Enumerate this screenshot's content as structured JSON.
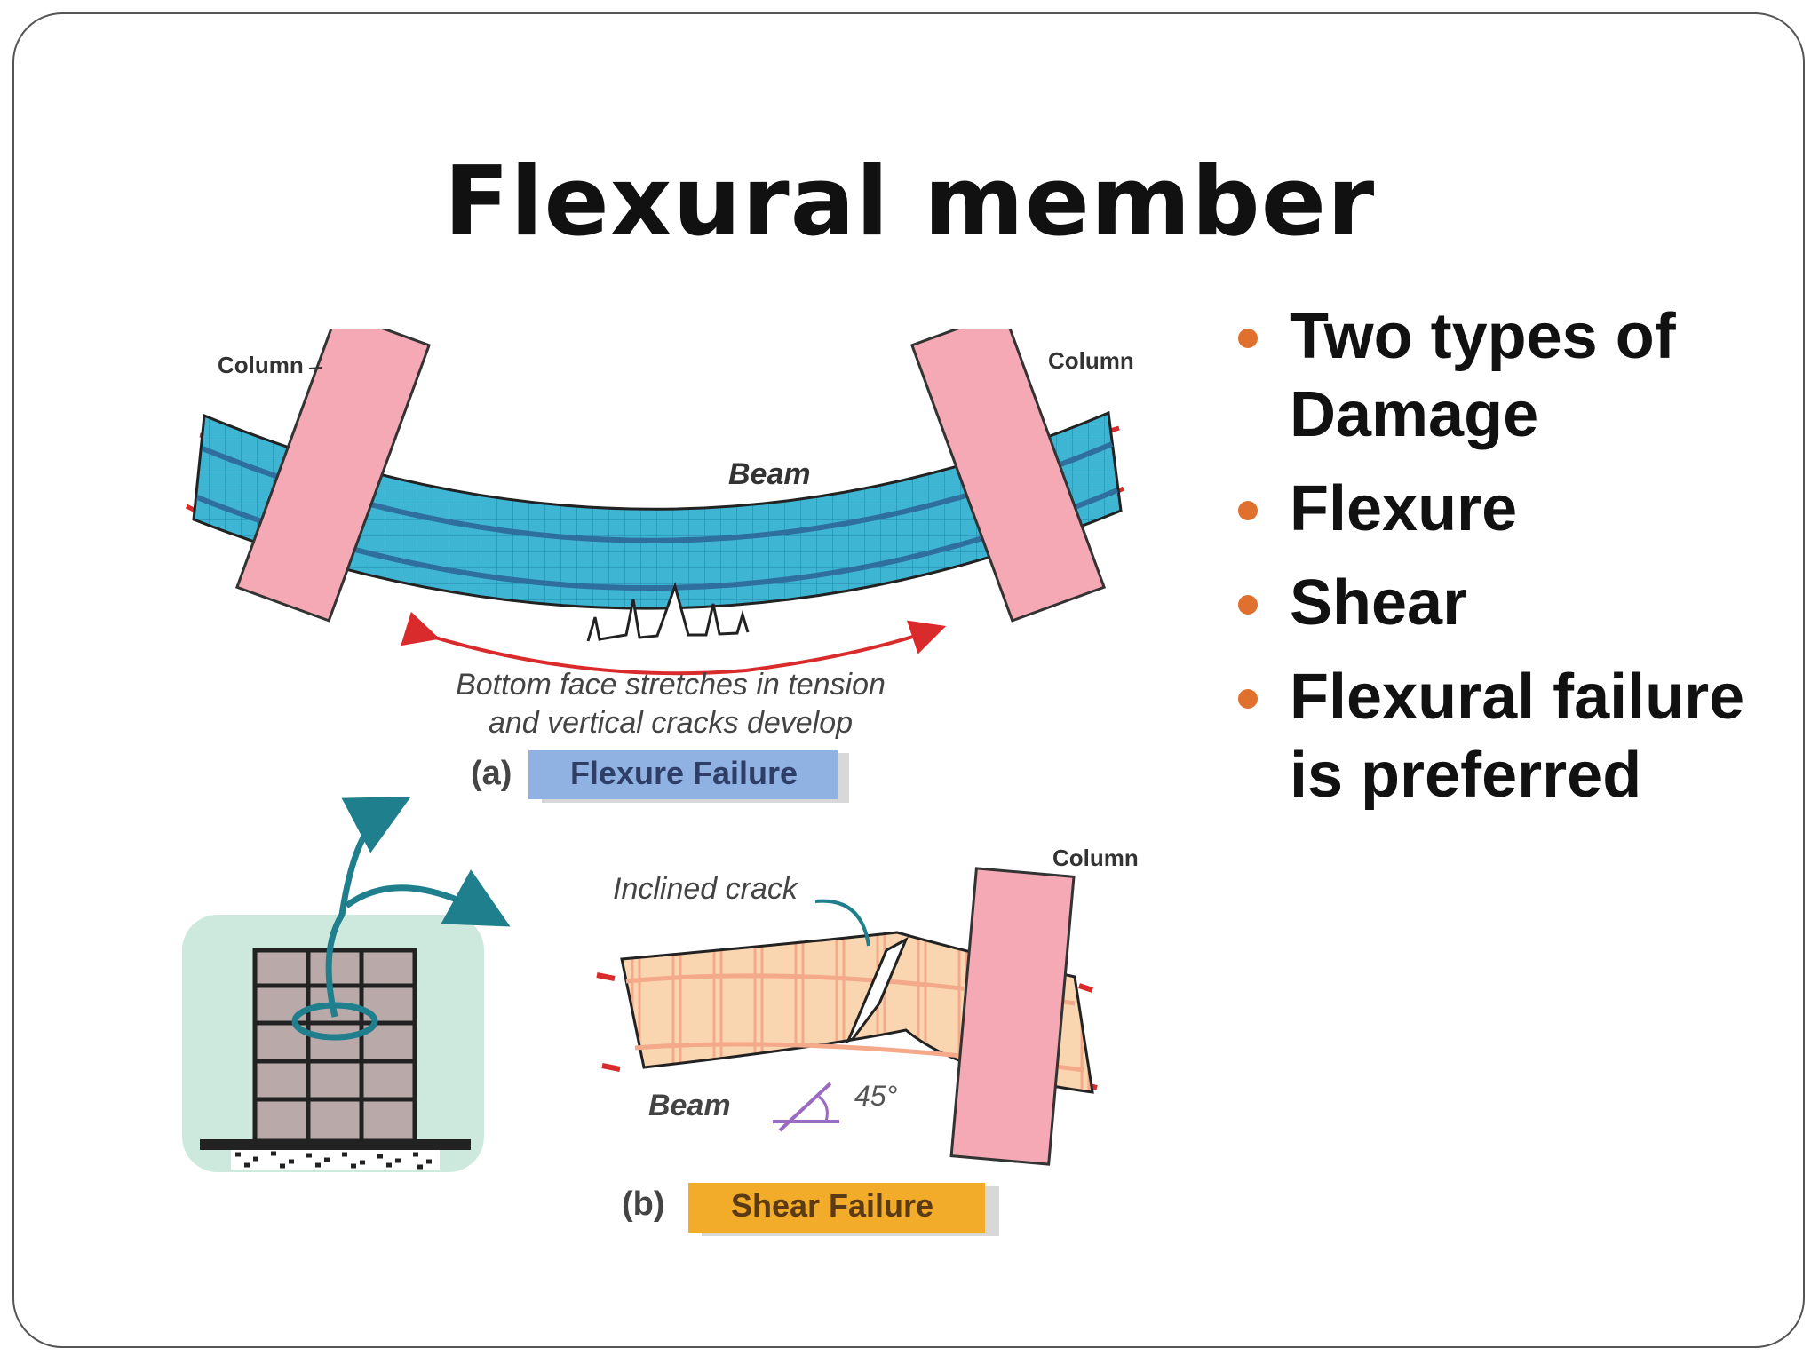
{
  "slide": {
    "title": "Flexural member",
    "bullets": [
      "Two types of Damage",
      "Flexure",
      "Shear",
      "Flexural failure is preferred"
    ]
  },
  "diagram_a": {
    "column_left_label": "Column",
    "column_right_label": "Column",
    "beam_label": "Beam",
    "caption_line1": "Bottom face stretches in tension",
    "caption_line2": "and vertical cracks develop",
    "figure_letter": "(a)",
    "figure_title": "Flexure Failure"
  },
  "diagram_b": {
    "crack_label": "Inclined crack",
    "column_label": "Column",
    "beam_label": "Beam",
    "angle_label": "45°",
    "figure_letter": "(b)",
    "figure_title": "Shear Failure"
  },
  "colors": {
    "bullet": "#e0702e",
    "beam_blue": "#3fb5d4",
    "column_pink": "#f4a9b4",
    "beam_tan": "#f9d5b0",
    "flexure_box": "#8fb2e3",
    "shear_box": "#f2ac2a",
    "arrow_red": "#d92b2b",
    "teal": "#1f7f8c",
    "inset_bg": "#cde9dd"
  }
}
